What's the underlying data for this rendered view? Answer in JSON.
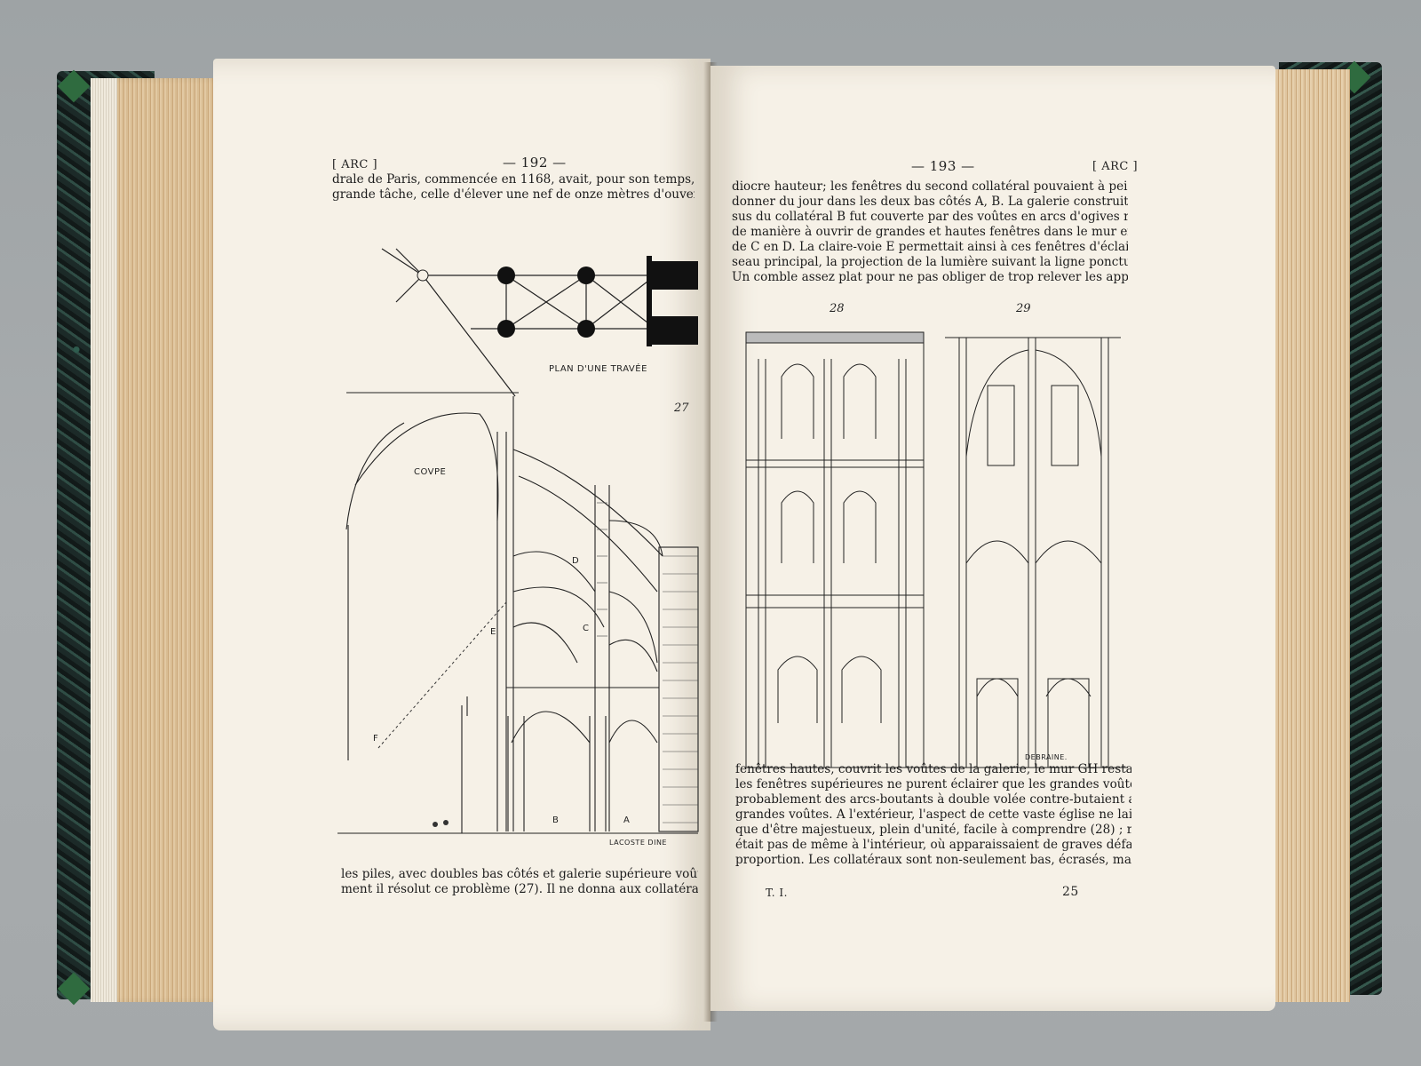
{
  "left_page": {
    "header_section": "[ ARC ]",
    "page_number": "— 192 —",
    "top_lines": [
      "drale de Paris, commencée en 1168, avait, pour son temps, entrepris une",
      "grande tâche, celle d'élever une nef de onze mètres d'ouverture entre"
    ],
    "figure": {
      "plan_caption": "PLAN D'UNE TRAVÉE",
      "section_caption": "COVPE",
      "figure_number": "27",
      "engraver": "LACOSTE DINE",
      "letters": [
        "D",
        "E",
        "F",
        "C",
        "B",
        "A"
      ]
    },
    "bottom_lines": [
      "les piles, avec doubles bas côtés et galerie supérieure voûtés. Voici com-",
      "ment il résolut ce problème (27). Il ne donna aux collatéraux qu'une mé-"
    ]
  },
  "right_page": {
    "header_section": "[ ARC ]",
    "page_number": "— 193 —",
    "top_lines": [
      "diocre hauteur; les fenêtres du second collatéral pouvaient à peine alors",
      "donner du jour dans les deux bas côtés A, B. La galerie construite au-des-",
      "sus du collatéral B fut couverte par des voûtes en arcs d'ogives rampantes,",
      "de manière à ouvrir de grandes et hautes fenêtres dans le mur extérieur",
      "de C en D. La claire-voie E permettait ainsi à ces fenêtres d'éclairer le vais-",
      "seau principal, la projection de la lumière suivant la ligne ponctuée DF.",
      "Un comble assez plat pour ne pas obliger de trop relever les appuis des"
    ],
    "figure": {
      "number_left": "28",
      "number_right": "29",
      "engraver": "DEBRAINE."
    },
    "bottom_lines": [
      "fenêtres hautes, couvrit les voûtes de la galerie, le mur GH resta plein, et",
      "les fenêtres supérieures ne purent éclairer que les grandes voûtes. Très-",
      "probablement des arcs-boutants à double volée contre-butaient alors ces",
      "grandes voûtes. A l'extérieur, l'aspect de cette vaste église ne laissait pas",
      "que d'être majestueux, plein d'unité, facile à comprendre (28) ; mais il n'en",
      "était pas de même à l'intérieur, où apparaissaient de graves défauts de",
      "proportion. Les collatéraux sont non-seulement bas, écrasés, mais ils ont"
    ],
    "footer_left": "T. I.",
    "footer_right": "25"
  }
}
